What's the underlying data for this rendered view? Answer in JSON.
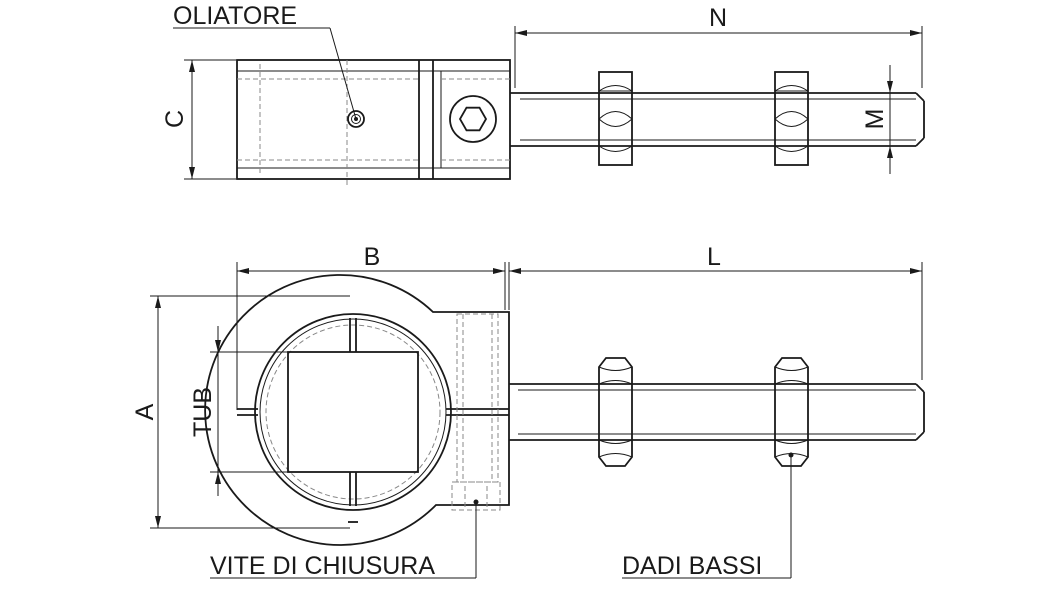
{
  "callouts": {
    "oiler": "OLIATORE",
    "closing_screw": "VITE DI CHIUSURA",
    "low_nuts": "DADI BASSI"
  },
  "dimensions": {
    "n": "N",
    "c": "C",
    "m": "M",
    "b": "B",
    "l": "L",
    "a": "A",
    "tub": "TUB"
  },
  "colors": {
    "line": "#1a1a1a",
    "hidden_line": "#888888",
    "background": "#ffffff"
  }
}
